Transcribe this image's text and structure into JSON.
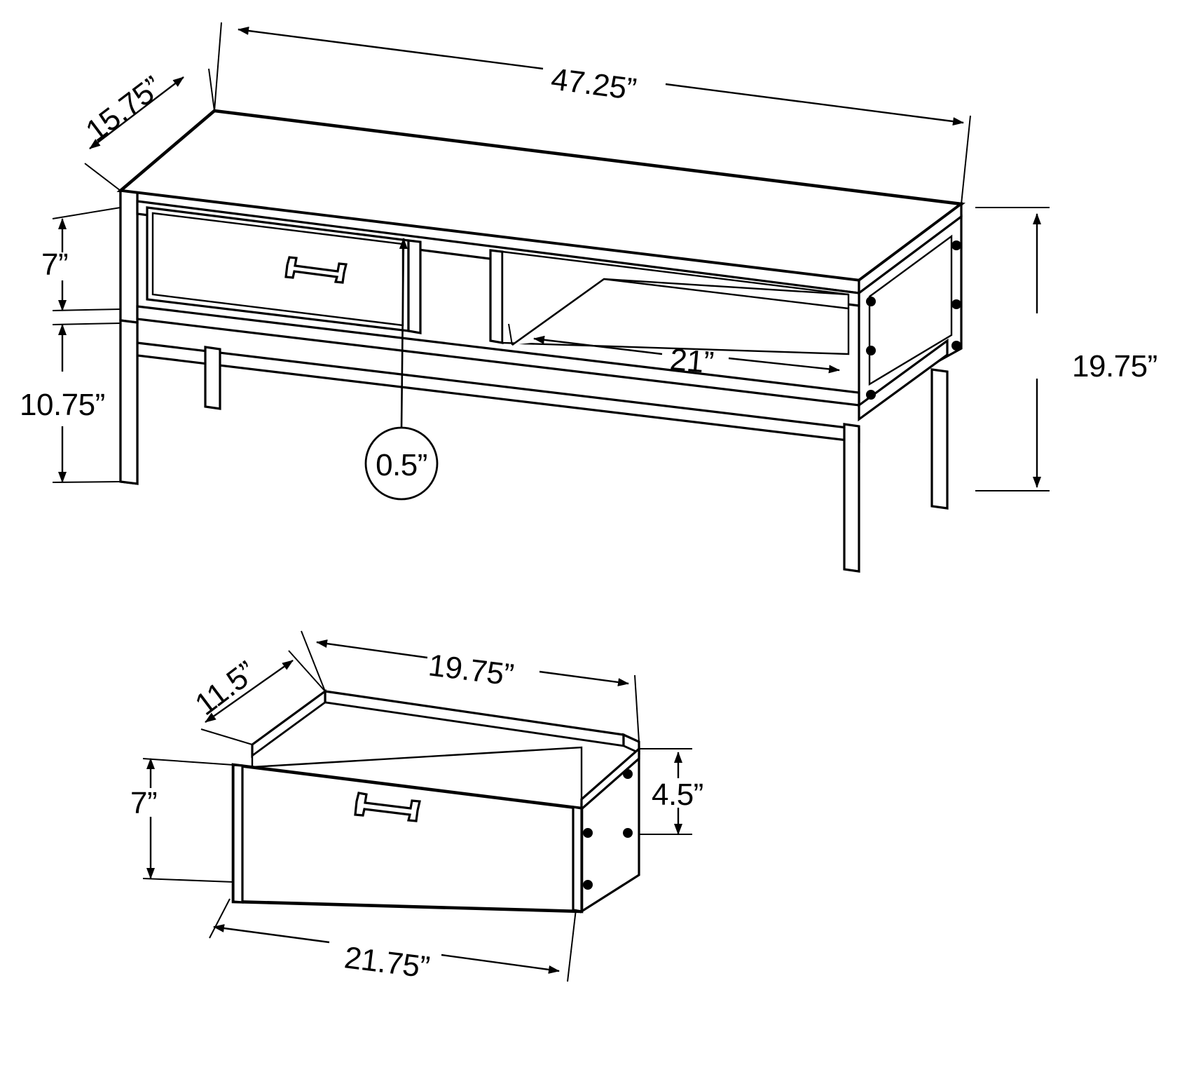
{
  "drawing": {
    "title": "TV Stand Console Dimension Drawing",
    "unit_symbol": "\"",
    "line_color": "#000000",
    "background_color": "#ffffff"
  },
  "views": {
    "console": {
      "name": "console-assembly-view",
      "dimensions": {
        "overall_width": "47.25”",
        "overall_depth": "15.75”",
        "upper_section_height": "7”",
        "lower_section_height": "10.75”",
        "overall_height": "19.75”",
        "open_shelf_width": "21”",
        "panel_thickness": "0.5”"
      }
    },
    "drawer": {
      "name": "drawer-detail-view",
      "dimensions": {
        "inner_width": "19.75”",
        "depth": "11.5”",
        "front_height": "7”",
        "side_height": "4.5”",
        "front_width": "21.75”"
      }
    }
  },
  "labels": [
    {
      "id": "w-4725",
      "text": "47.25”",
      "view": "console",
      "meaning": "overall-width"
    },
    {
      "id": "d-1575",
      "text": "15.75”",
      "view": "console",
      "meaning": "overall-depth"
    },
    {
      "id": "h-7",
      "text": "7”",
      "view": "console",
      "meaning": "drawer-section-height"
    },
    {
      "id": "h-1075",
      "text": "10.75”",
      "view": "console",
      "meaning": "leg-height"
    },
    {
      "id": "h-1975",
      "text": "19.75”",
      "view": "console",
      "meaning": "overall-height"
    },
    {
      "id": "w-21",
      "text": "21”",
      "view": "console",
      "meaning": "open-shelf-width"
    },
    {
      "id": "t-05",
      "text": "0.5”",
      "view": "console",
      "meaning": "panel-thickness-callout"
    },
    {
      "id": "dw-1975",
      "text": "19.75”",
      "view": "drawer",
      "meaning": "drawer-inner-width"
    },
    {
      "id": "dd-115",
      "text": "11.5”",
      "view": "drawer",
      "meaning": "drawer-depth"
    },
    {
      "id": "dh-7",
      "text": "7”",
      "view": "drawer",
      "meaning": "drawer-front-height"
    },
    {
      "id": "ds-45",
      "text": "4.5”",
      "view": "drawer",
      "meaning": "drawer-side-height"
    },
    {
      "id": "dfw-2175",
      "text": "21.75”",
      "view": "drawer",
      "meaning": "drawer-front-width"
    }
  ]
}
